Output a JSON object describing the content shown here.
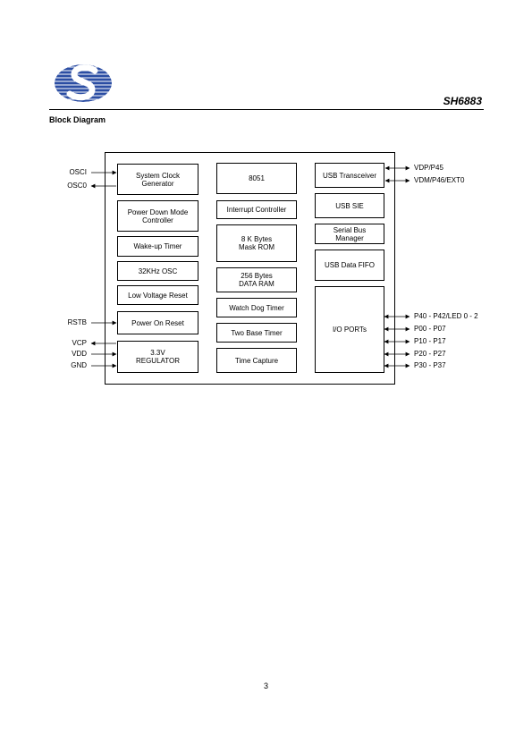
{
  "header": {
    "part_number": "SH6883",
    "section_title": "Block Diagram"
  },
  "blocks": {
    "system_clock": "System Clock\nGenerator",
    "power_down": "Power Down Mode\nController",
    "wakeup_timer": "Wake-up Timer",
    "osc_32khz": "32KHz OSC",
    "low_voltage_reset": "Low Voltage Reset",
    "power_on_reset": "Power On Reset",
    "regulator": "3.3V\nREGULATOR",
    "cpu_8051": "8051",
    "interrupt_controller": "Interrupt Controller",
    "mask_rom": "8 K Bytes\nMask ROM",
    "data_ram": "256 Bytes\nDATA RAM",
    "watchdog": "Watch Dog Timer",
    "two_base_timer": "Two Base Timer",
    "time_capture": "Time Capture",
    "usb_transceiver": "USB Transceiver",
    "usb_sie": "USB SIE",
    "serial_bus_manager": "Serial Bus\nManager",
    "usb_data_fifo": "USB Data FIFO",
    "io_ports": "I/O PORTs"
  },
  "pins": {
    "osci": "OSCI",
    "osco": "OSC0",
    "rstb": "RSTB",
    "vcp": "VCP",
    "vdd": "VDD",
    "gnd": "GND",
    "vdp": "VDP/P45",
    "vdm": "VDM/P46/EXT0",
    "p40": "P40 - P42/LED 0 - 2",
    "p00": "P00 - P07",
    "p10": "P10 - P17",
    "p20": "P20 - P27",
    "p30": "P30 - P37"
  },
  "footer": {
    "page_number": "3"
  },
  "colors": {
    "logo_blue": "#2b4da3",
    "line": "#000000"
  }
}
